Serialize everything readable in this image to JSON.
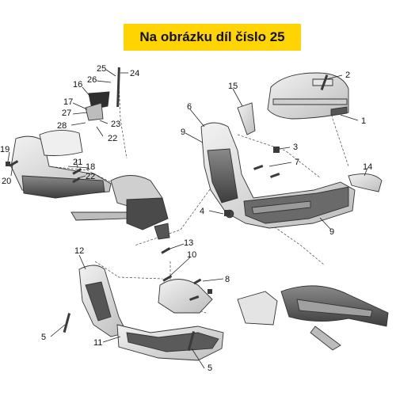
{
  "banner": {
    "text": "Na obrázku díl číslo 25",
    "bg": "#ffd400"
  },
  "colors": {
    "line": "#222222",
    "part_fill": "#d9d9d9",
    "part_dark": "#5a5a5a",
    "part_light": "#efefef"
  },
  "callouts": [
    "1",
    "2",
    "3",
    "4",
    "5",
    "5",
    "6",
    "7",
    "8",
    "9",
    "9",
    "10",
    "11",
    "12",
    "13",
    "14",
    "15",
    "16",
    "17",
    "18",
    "19",
    "20",
    "21",
    "22",
    "22",
    "23",
    "24",
    "25",
    "26",
    "27",
    "28"
  ]
}
